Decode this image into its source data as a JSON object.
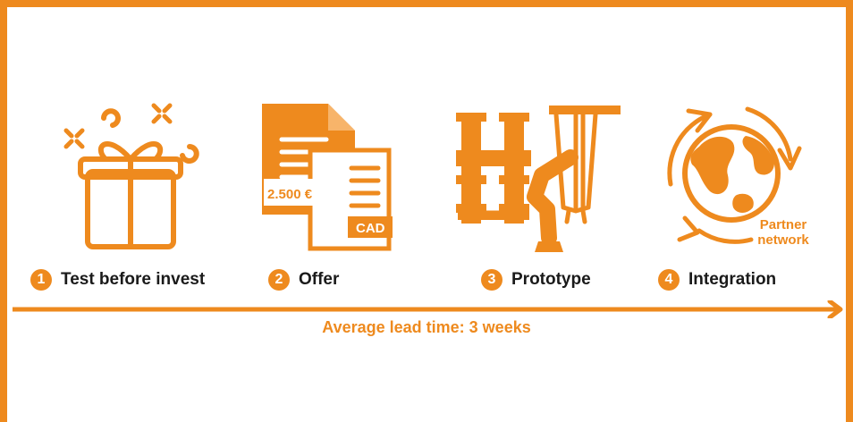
{
  "accent_color": "#ee8a1e",
  "steps": [
    {
      "number": "1",
      "label": "Test before invest",
      "icon": "gift-icon"
    },
    {
      "number": "2",
      "label": "Offer",
      "icon": "documents-icon"
    },
    {
      "number": "3",
      "label": "Prototype",
      "icon": "robot-prototype-icon"
    },
    {
      "number": "4",
      "label": "Integration",
      "icon": "globe-cycle-icon"
    }
  ],
  "offer_price": "2.500 €",
  "offer_cad": "CAD",
  "partner_line1": "Partner",
  "partner_line2": "network",
  "lead_time": "Average lead time: 3 weeks"
}
